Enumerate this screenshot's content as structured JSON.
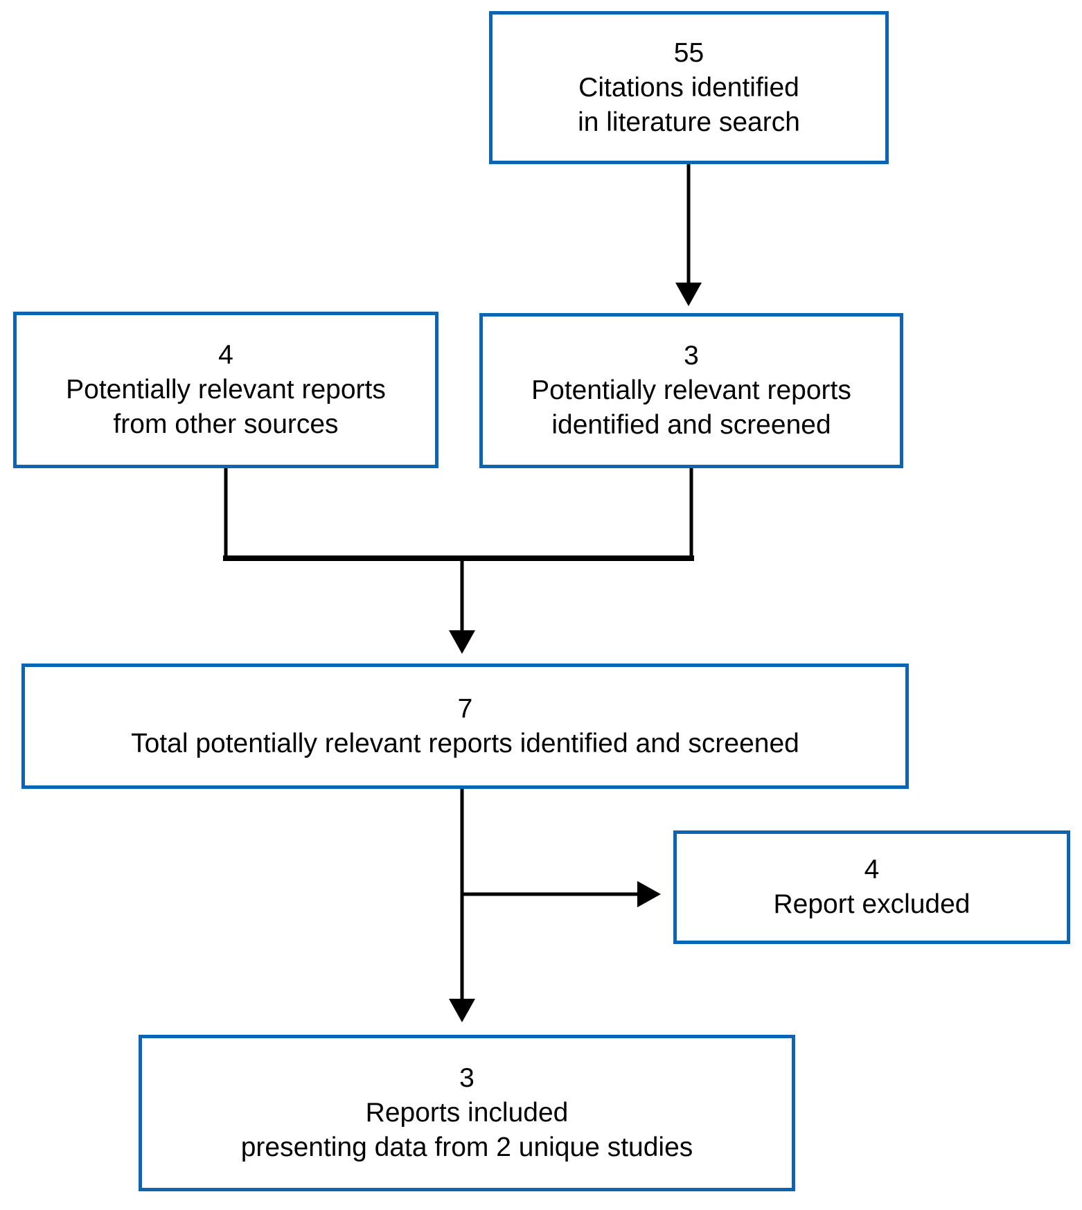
{
  "diagram": {
    "type": "flowchart",
    "colors": {
      "box_border": "#0d65b2",
      "box_fill": "#ffffff",
      "text": "#000000",
      "connector": "#000000"
    },
    "boxes": {
      "citations": {
        "count": "55",
        "lines": [
          "Citations identified",
          "in literature search"
        ]
      },
      "other_sources": {
        "count": "4",
        "lines": [
          "Potentially relevant reports",
          "from other sources"
        ]
      },
      "identified_screened": {
        "count": "3",
        "lines": [
          "Potentially relevant reports",
          "identified and screened"
        ]
      },
      "total_screened": {
        "count": "7",
        "lines": [
          "Total potentially relevant reports identified and screened"
        ]
      },
      "excluded": {
        "count": "4",
        "lines": [
          "Report excluded"
        ]
      },
      "included": {
        "count": "3",
        "lines": [
          "Reports included",
          "presenting data from 2 unique studies"
        ]
      }
    },
    "edges": [
      {
        "from": "citations",
        "to": "identified_screened"
      },
      {
        "from": "other_sources",
        "to": "total_screened"
      },
      {
        "from": "identified_screened",
        "to": "total_screened"
      },
      {
        "from": "total_screened",
        "to": "excluded"
      },
      {
        "from": "total_screened",
        "to": "included"
      }
    ]
  }
}
